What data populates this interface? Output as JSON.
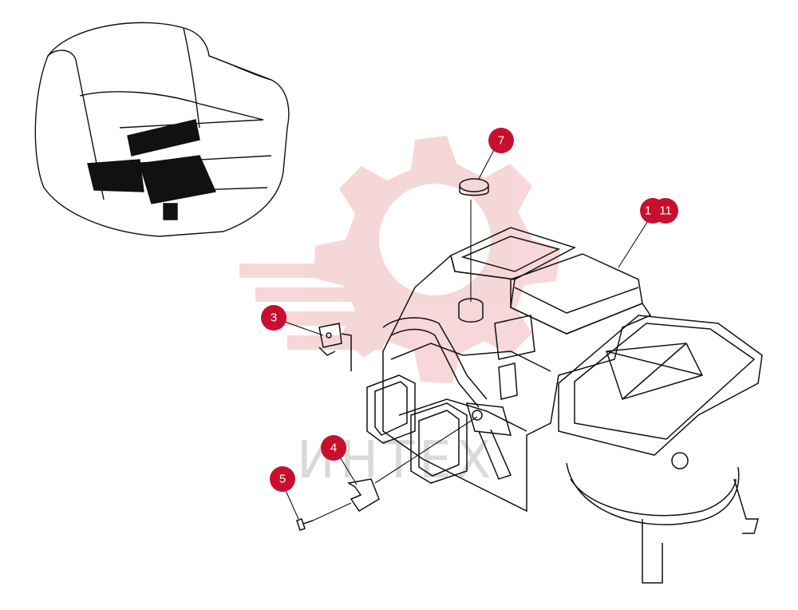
{
  "watermark": {
    "text": "ИНТЕХ",
    "color": "#f3c2c4"
  },
  "callouts": [
    {
      "id": "7",
      "label": "7"
    },
    {
      "id": "10",
      "label": "1"
    },
    {
      "id": "11",
      "label": "11"
    },
    {
      "id": "3",
      "label": "3"
    },
    {
      "id": "4",
      "label": "4"
    },
    {
      "id": "5",
      "label": "5"
    }
  ],
  "colors": {
    "callout": "#c8102e",
    "line": "#111111"
  }
}
